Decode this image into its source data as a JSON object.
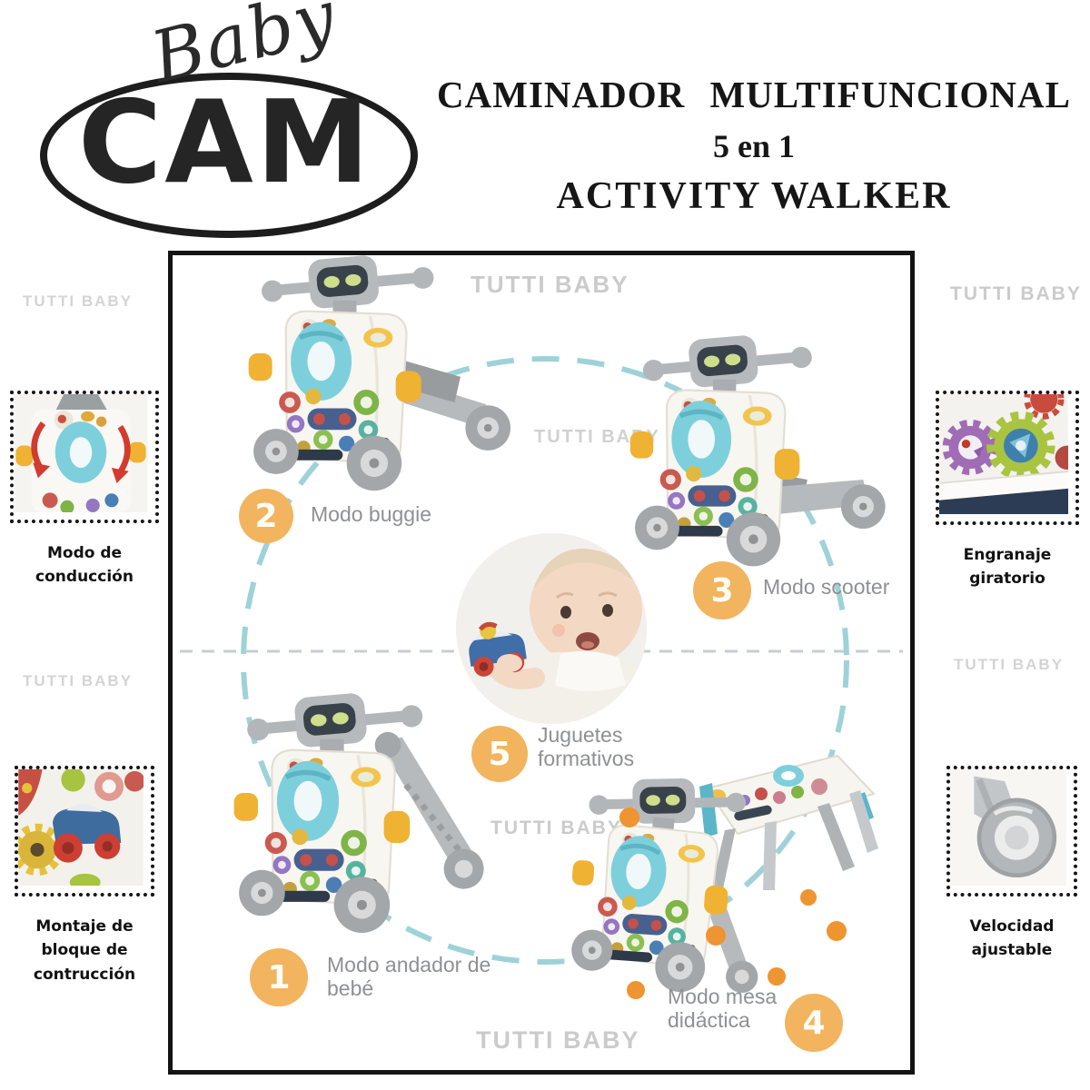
{
  "brand": {
    "script_word": "Baby",
    "main_word": "CAM"
  },
  "title": {
    "line1": "CAMINADOR MULTIFUNCIONAL",
    "line2": "5 en 1",
    "line3": "ACTIVITY WALKER"
  },
  "watermark_text": "TUTTI BABY",
  "modes": [
    {
      "number": "1",
      "label": "Modo andador de bebé"
    },
    {
      "number": "2",
      "label": "Modo buggie"
    },
    {
      "number": "3",
      "label": "Modo scooter"
    },
    {
      "number": "4",
      "label": "Modo mesa didáctica"
    },
    {
      "number": "5",
      "label": "Juguetes formativos"
    }
  ],
  "features": [
    {
      "icon": "steering-wheel-photo",
      "label": "Modo de conducción"
    },
    {
      "icon": "rotating-gears-photo",
      "label": "Engranaje giratorio"
    },
    {
      "icon": "toy-car-blocks-photo",
      "label": "Montaje de bloque de contrucción"
    },
    {
      "icon": "caster-wheel-photo",
      "label": "Velocidad ajustable"
    }
  ],
  "colors": {
    "badge_orange": "#f2b45e",
    "toy_teal": "#7ecfdc",
    "dashed_circle": "#9ed2d8",
    "watermark_gray": "#cbcbcb",
    "frame_black": "#141414"
  }
}
